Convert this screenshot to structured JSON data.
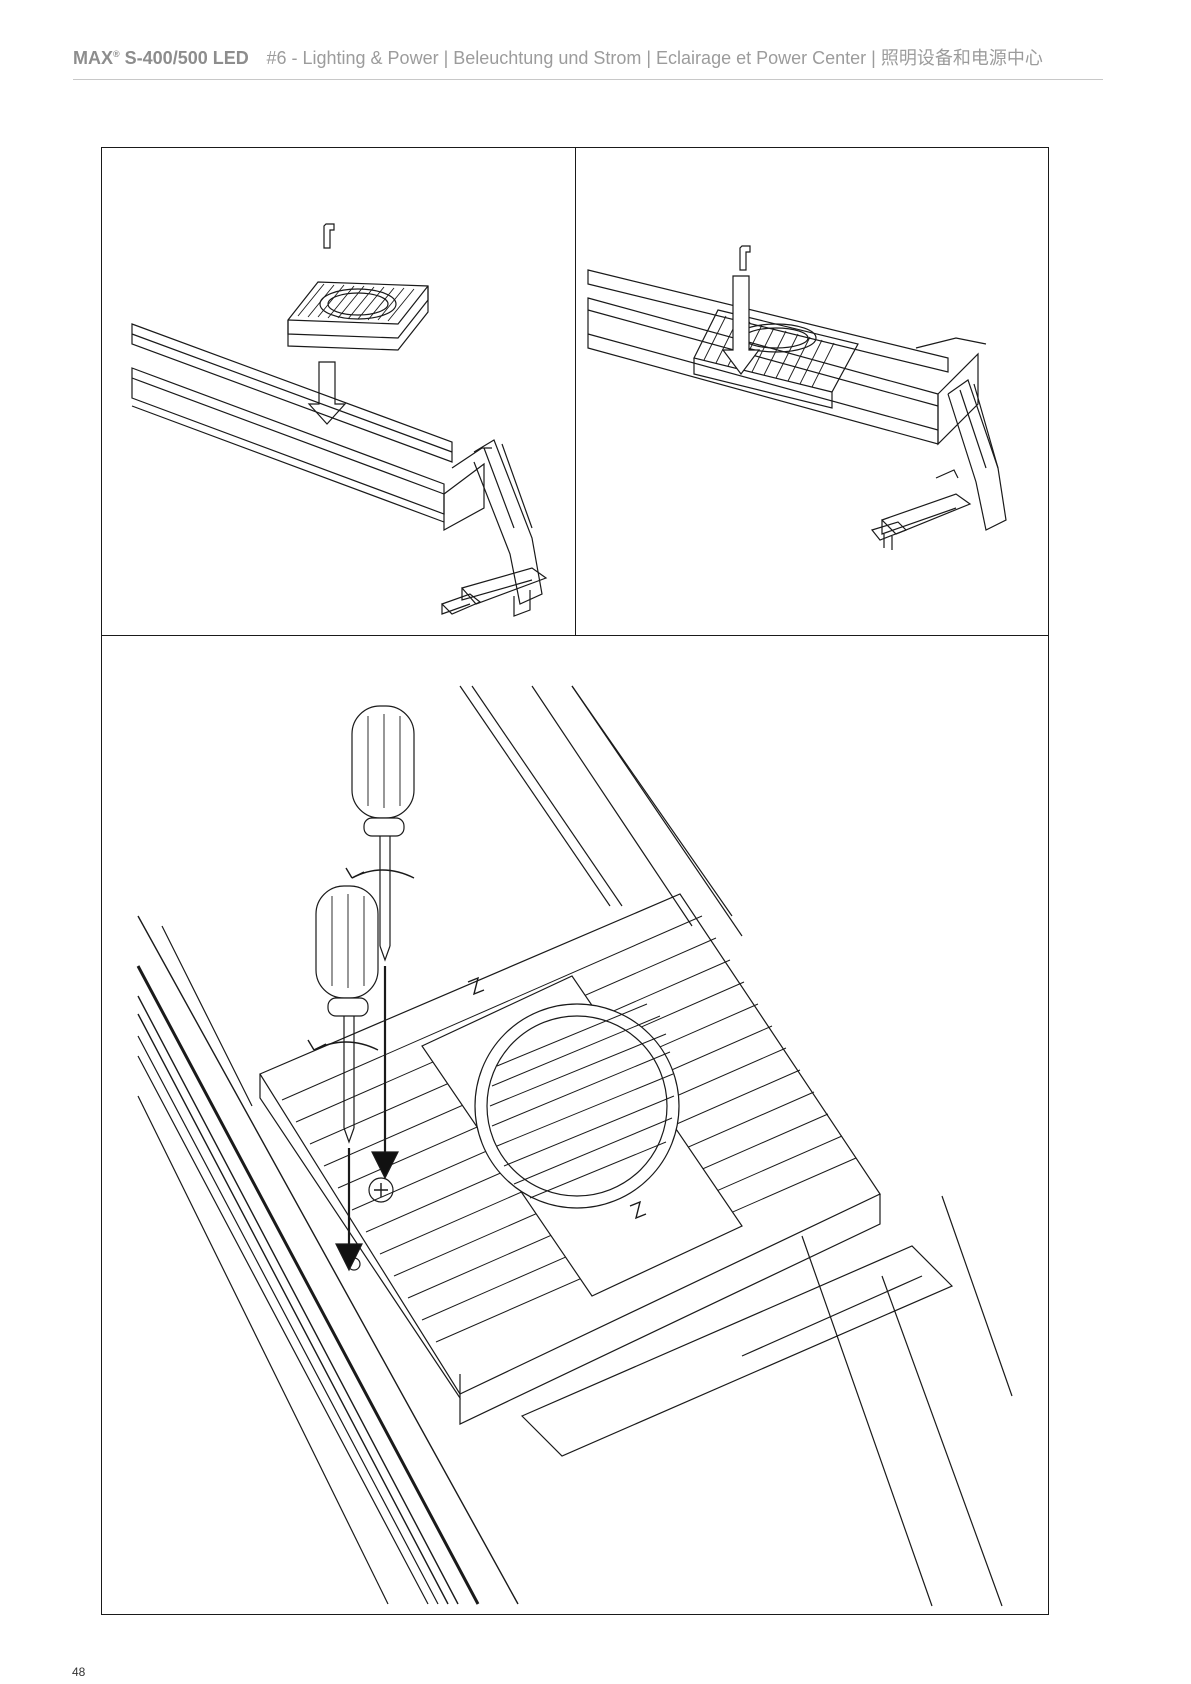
{
  "header": {
    "brand": "MAX",
    "brand_mark": "®",
    "model": "S-400/500 LED",
    "subtitle": "#6 - Lighting & Power | Beleuchtung und Strom | Eclairage et Power Center | 照明设备和电源中心"
  },
  "page_number": "48",
  "figures": [
    {
      "icon": "power-center-placement-illustration"
    },
    {
      "icon": "power-center-seated-illustration"
    },
    {
      "icon": "screwdriver-fastening-illustration"
    }
  ]
}
